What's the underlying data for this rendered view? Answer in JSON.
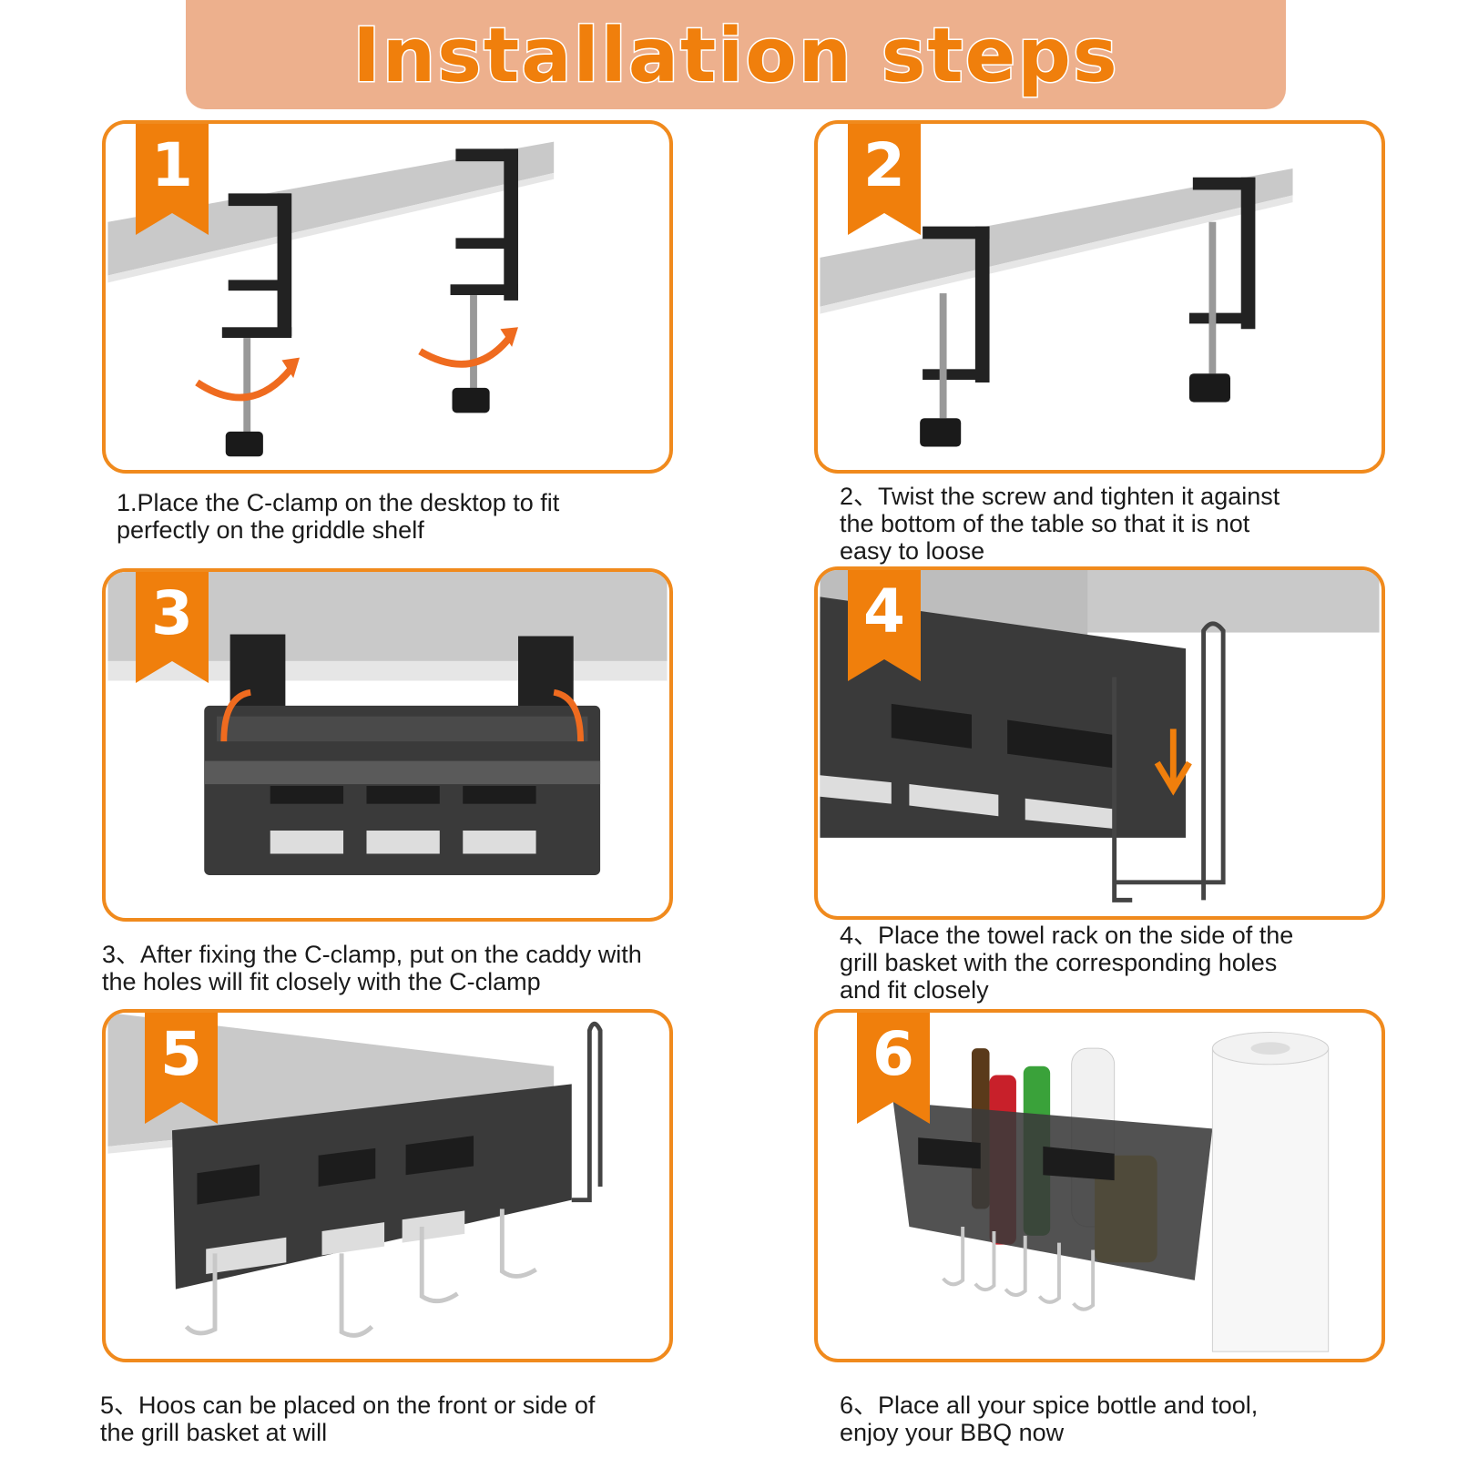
{
  "header": {
    "title": "Installation steps"
  },
  "colors": {
    "accent": "#f08a1d",
    "banner": "#edb08d",
    "badge": "#f07f0c"
  },
  "steps": [
    {
      "number": "1",
      "lines": [
        "1.Place the C-clamp on the desktop to fit",
        "perfectly on the griddle shelf"
      ]
    },
    {
      "number": "2",
      "lines": [
        "2、Twist the screw and tighten it against",
        "the bottom of the table so that it is not",
        "easy to loose"
      ]
    },
    {
      "number": "3",
      "lines": [
        "3、After fixing the C-clamp, put on the caddy with",
        "the holes will fit closely with the C-clamp"
      ]
    },
    {
      "number": "4",
      "lines": [
        "4、Place the towel rack on the side of the",
        "grill basket with the corresponding holes",
        "and fit closely"
      ]
    },
    {
      "number": "5",
      "lines": [
        "5、Hoos can be placed on the front or side of",
        "the grill basket at will"
      ]
    },
    {
      "number": "6",
      "lines": [
        "6、Place all your spice bottle and tool,",
        "enjoy your BBQ now"
      ]
    }
  ]
}
